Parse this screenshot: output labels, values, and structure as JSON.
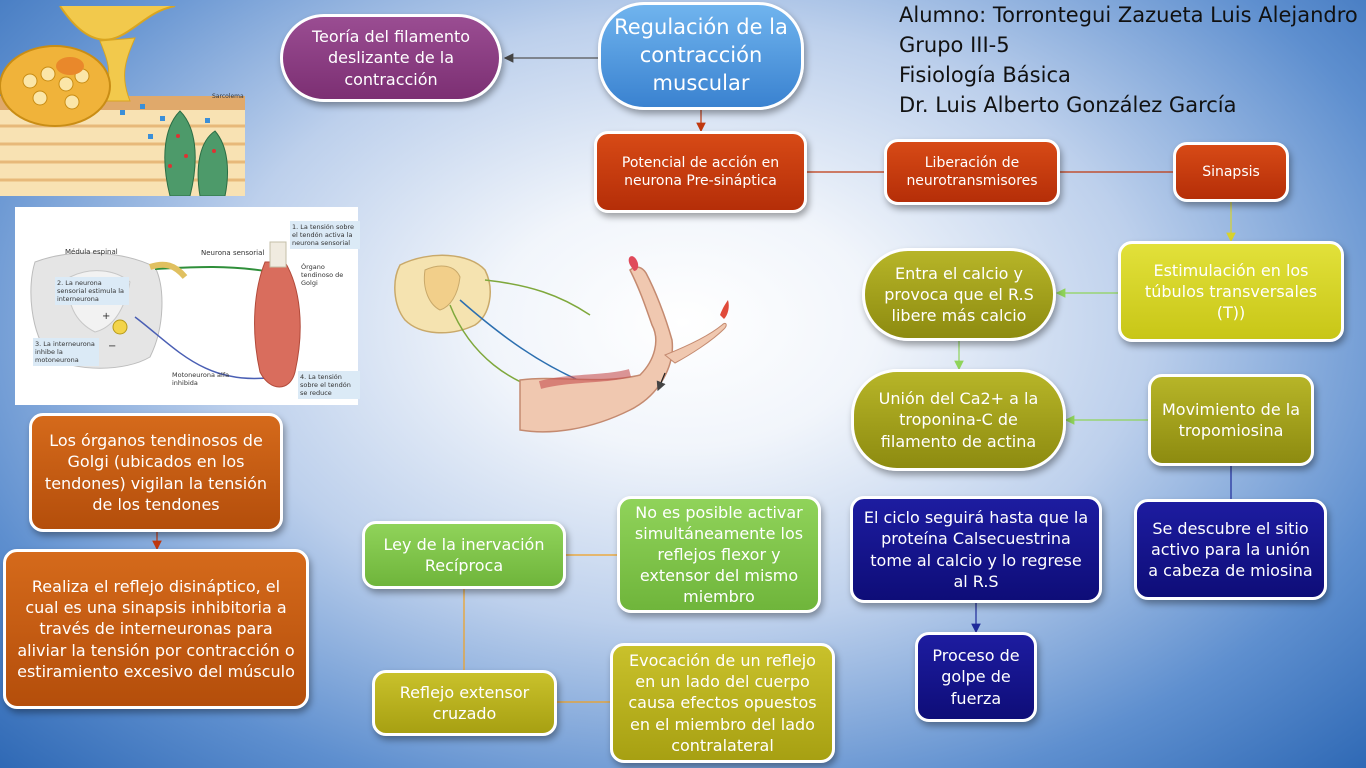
{
  "header": {
    "line1": "Alumno: Torrontegui Zazueta Luis Alejandro",
    "line2": "Grupo III-5",
    "line3": "Fisiología Básica",
    "line4": "Dr. Luis Alberto González García"
  },
  "nodes": {
    "main_title": "Regulación de la contracción muscular",
    "sliding_filament": "Teoría del filamento deslizante de la contracción",
    "action_potential": "Potencial de acción  en neurona Pre-sináptica",
    "neurotransmitters": "Liberación  de neurotransmisores",
    "synapse": "Sinapsis",
    "t_tubules": "Estimulación en los túbulos transversales (T))",
    "calcium_entry": "Entra el calcio y provoca que el R.S libere más calcio",
    "troponin": "Unión del Ca2+ a la troponina-C de filamento de actina",
    "tropomyosin": "Movimiento de la tropomiosina",
    "active_site": "Se descubre el sitio activo para la unión a cabeza de miosina",
    "cycle": "El ciclo seguirá hasta que la proteína Calsecuestrina tome al calcio y lo regrese al R.S",
    "power_stroke": "Proceso de golpe de fuerza",
    "golgi": "Los órganos tendinosos de Golgi (ubicados en los tendones) vigilan la tensión de los tendones",
    "disynaptic": "Realiza el reflejo disináptico, el cual es una sinapsis inhibitoria a través de interneuronas para aliviar la tensión por contracción o estiramiento excesivo del músculo",
    "reciprocal": "Ley de la inervación Recíproca",
    "no_activate": "No es posible activar simultáneamente los reflejos flexor y extensor del mismo miembro",
    "crossed": "Reflejo extensor cruzado",
    "evocation": "Evocación de un reflejo en un lado del cuerpo causa efectos opuestos en el miembro del lado contralateral"
  },
  "figure_labels": {
    "medula": "Médula espinal",
    "neurona_sensorial": "Neurona sensorial",
    "tension1": "1. La tensión sobre el tendón activa la neurona sensorial",
    "organo": "Órgano tendinoso de Golgi",
    "step2": "2. La neurona sensorial estimula la interneurona",
    "step3": "3. La interneurona inhibe la motoneurona",
    "motoneurona": "Motoneurona alfa inhibida",
    "step4": "4. La tensión sobre el tendón se reduce",
    "plus": "+",
    "minus": "−",
    "sarcolema": "Sarcolema"
  },
  "colors": {
    "orange": "#c55a11",
    "red": "#c0380f",
    "purple": "#873a7e",
    "blue": "#5aa0e3",
    "olive": "#a09e1c",
    "yellow": "#d6d52a",
    "green": "#7ec44b",
    "navy": "#14128c",
    "khaki": "#b8b01c",
    "connector_red": "#c0380f",
    "connector_yellow": "#d8d22b",
    "connector_green": "#8fd45a",
    "connector_navy": "#1f2a9a",
    "connector_orange": "#f0a020"
  }
}
